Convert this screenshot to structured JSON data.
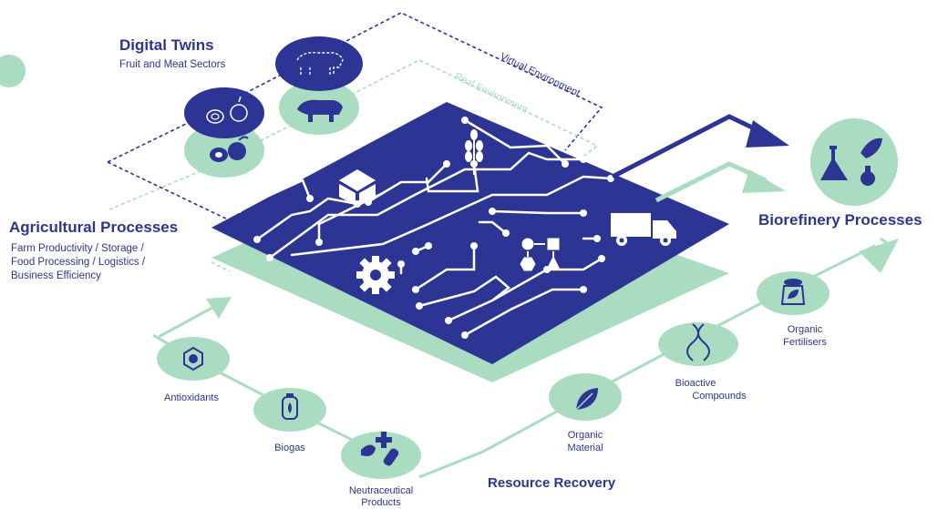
{
  "titles": {
    "digital_twins": "Digital Twins",
    "digital_twins_sub": "Fruit and Meat Sectors",
    "agricultural": "Agricultural Processes",
    "agricultural_sub_1": "Farm Productivity / Storage /",
    "agricultural_sub_2": "Food Processing / Logistics /",
    "agricultural_sub_3": "Business Efficiency",
    "biorefinery": "Biorefinery Processes",
    "resource_recovery": "Resource Recovery"
  },
  "environments": {
    "virtual": "Virtual Environment",
    "real": "Real Environment"
  },
  "nodes": {
    "antioxidants": "Antioxidants",
    "biogas": "Biogas",
    "neutraceutical_1": "Neutraceutical",
    "neutraceutical_2": "Products",
    "organic_material_1": "Organic",
    "organic_material_2": "Material",
    "bioactive_1": "Bioactive",
    "bioactive_2": "Compounds",
    "fertilisers_1": "Organic",
    "fertilisers_2": "Fertilisers"
  },
  "colors": {
    "navy": "#2c3593",
    "mint": "#a9dcc0",
    "white": "#ffffff"
  },
  "icons": [
    "fruit-icon",
    "pig-icon",
    "box-icon",
    "wheat-icon",
    "truck-icon",
    "gear-icon",
    "flowchart-icon",
    "antioxidant-molecule-icon",
    "gas-bottle-icon",
    "medicine-icon",
    "leaf-icon",
    "dna-icon",
    "fertiliser-bag-icon",
    "biorefinery-flask-icon"
  ]
}
